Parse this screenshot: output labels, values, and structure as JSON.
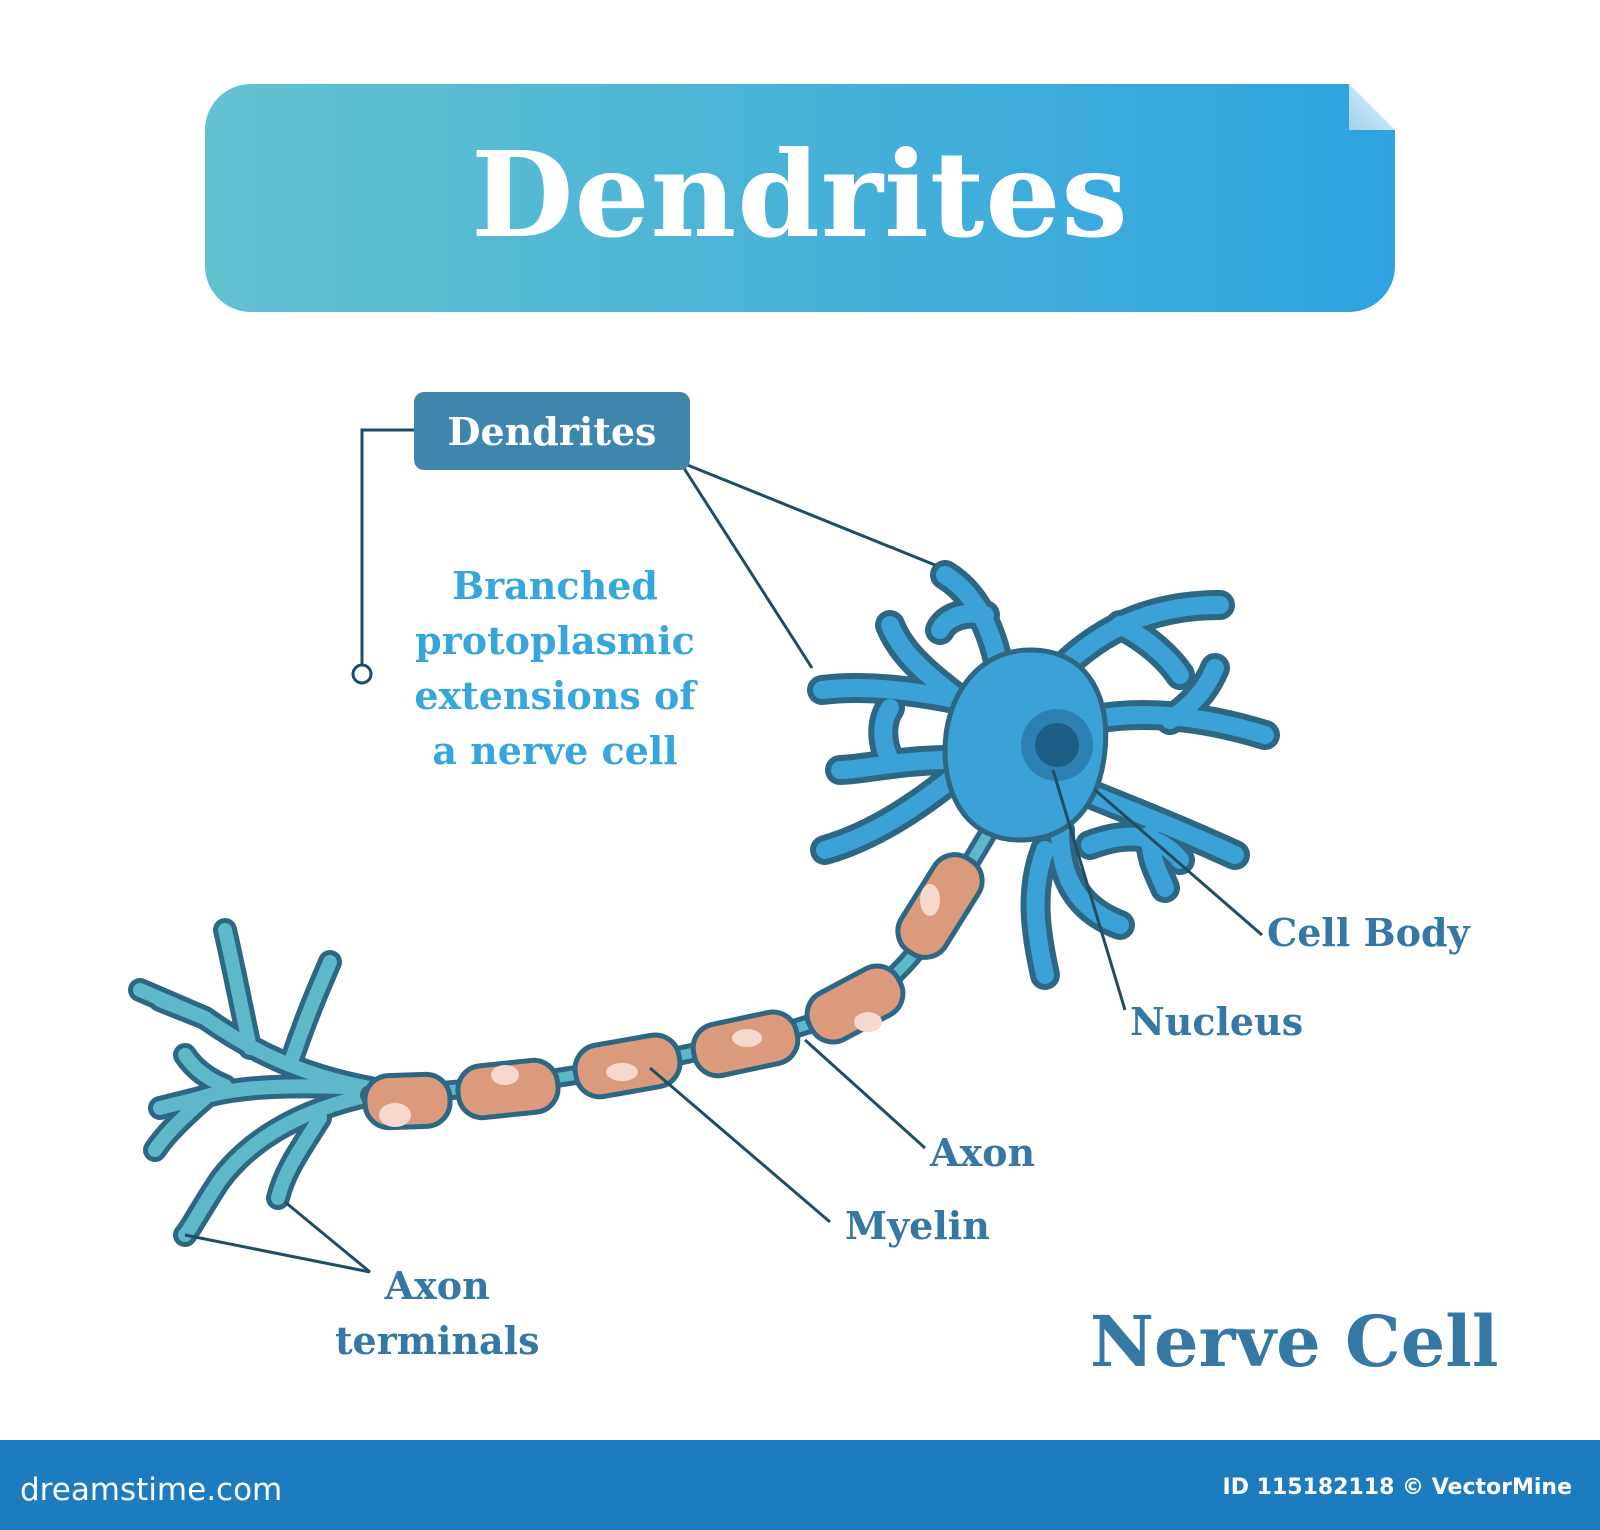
{
  "title": "Dendrites",
  "callout": {
    "tag": "Dendrites",
    "description_lines": [
      "Branched",
      "protoplasmic",
      "extensions of",
      "a nerve cell"
    ]
  },
  "labels": {
    "cell_body": "Cell Body",
    "nucleus": "Nucleus",
    "axon": "Axon",
    "myelin": "Myelin",
    "axon_terminals_line1": "Axon",
    "axon_terminals_line2": "terminals"
  },
  "diagram_caption": "Nerve Cell",
  "footer": {
    "site": "dreamstime.com",
    "id_credit": "ID 115182118 © VectorMine"
  },
  "colors": {
    "banner_start": "#63c2d0",
    "banner_end": "#2ea3df",
    "cell_fill": "#3ba1d6",
    "outline": "#2d6784",
    "axon_fill": "#5fb8c9",
    "myelin_fill": "#da9a7b",
    "label_text": "#3478a3",
    "description_text": "#36a6dc",
    "footer_bar": "#1d7cbf"
  }
}
